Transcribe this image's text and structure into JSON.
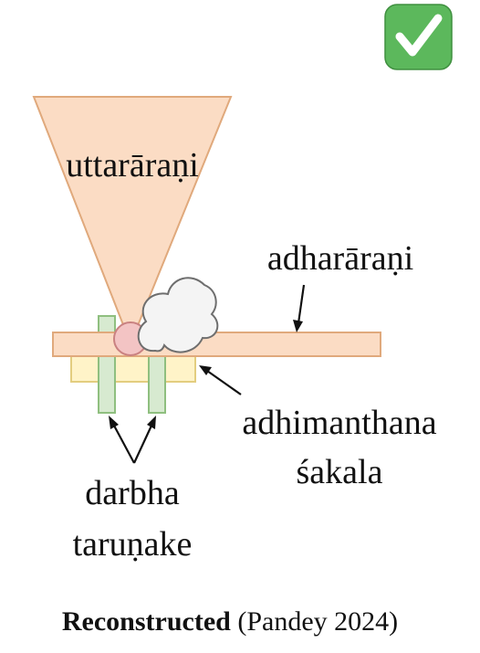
{
  "badge": {
    "icon": "check-mark-icon",
    "glyph": "✓",
    "color": "#5cb85c"
  },
  "labels": {
    "uttararani": "uttarāraṇi",
    "adhararani": "adharāraṇi",
    "adhimanthana_line1": "adhimanthana",
    "adhimanthana_line2": "śakala",
    "darbha_line1": "darbha",
    "darbha_line2": "taruṇake"
  },
  "caption": {
    "bold": "Reconstructed",
    "rest": " (Pandey 2024)"
  },
  "colors": {
    "wood_fill": "#fbdcc4",
    "wood_stroke": "#e0a97c",
    "board_fill": "#fff3c8",
    "board_stroke": "#e3cd7f",
    "grass_fill": "#d7ead0",
    "grass_stroke": "#8fbf7f",
    "ember_fill": "#f3c4c4",
    "ember_stroke": "#c98181",
    "smoke_fill": "#f4f4f4",
    "smoke_stroke": "#6e6e6e"
  }
}
